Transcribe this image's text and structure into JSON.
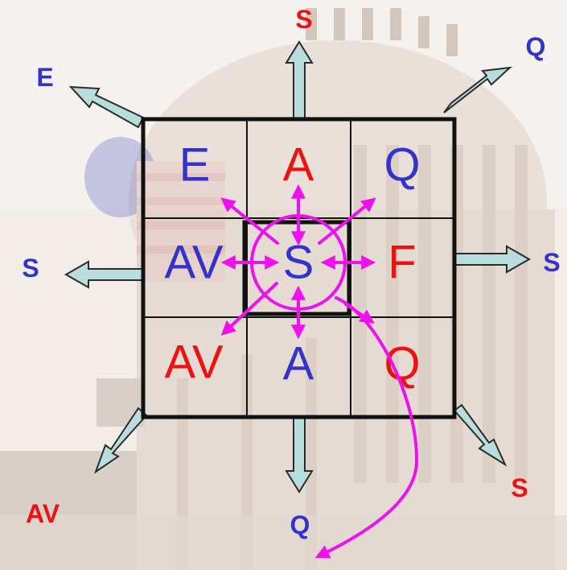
{
  "colors": {
    "blue": "#3333cc",
    "red": "#ee1111",
    "magenta": "#ee11ee",
    "arrow_fill": "#b9dcdc",
    "arrow_stroke": "#2b2b2b",
    "grid": "#111111",
    "background": "#f2ebe6"
  },
  "grid": {
    "cells": [
      {
        "label": "E",
        "color": "blue"
      },
      {
        "label": "A",
        "color": "red"
      },
      {
        "label": "Q",
        "color": "blue"
      },
      {
        "label": "AV",
        "color": "blue"
      },
      {
        "label": "S",
        "color": "blue"
      },
      {
        "label": "F",
        "color": "red"
      },
      {
        "label": "AV",
        "color": "red"
      },
      {
        "label": "A",
        "color": "blue"
      },
      {
        "label": "Q",
        "color": "red"
      }
    ]
  },
  "edge_labels": {
    "top": {
      "label": "S",
      "color": "red"
    },
    "top_right": {
      "label": "Q",
      "color": "blue"
    },
    "top_left": {
      "label": "E",
      "color": "blue"
    },
    "left": {
      "label": "S",
      "color": "blue"
    },
    "right": {
      "label": "S",
      "color": "blue"
    },
    "bottom_left": {
      "label": "AV",
      "color": "red"
    },
    "bottom": {
      "label": "Q",
      "color": "blue"
    },
    "bottom_right": {
      "label": "S",
      "color": "red"
    }
  }
}
